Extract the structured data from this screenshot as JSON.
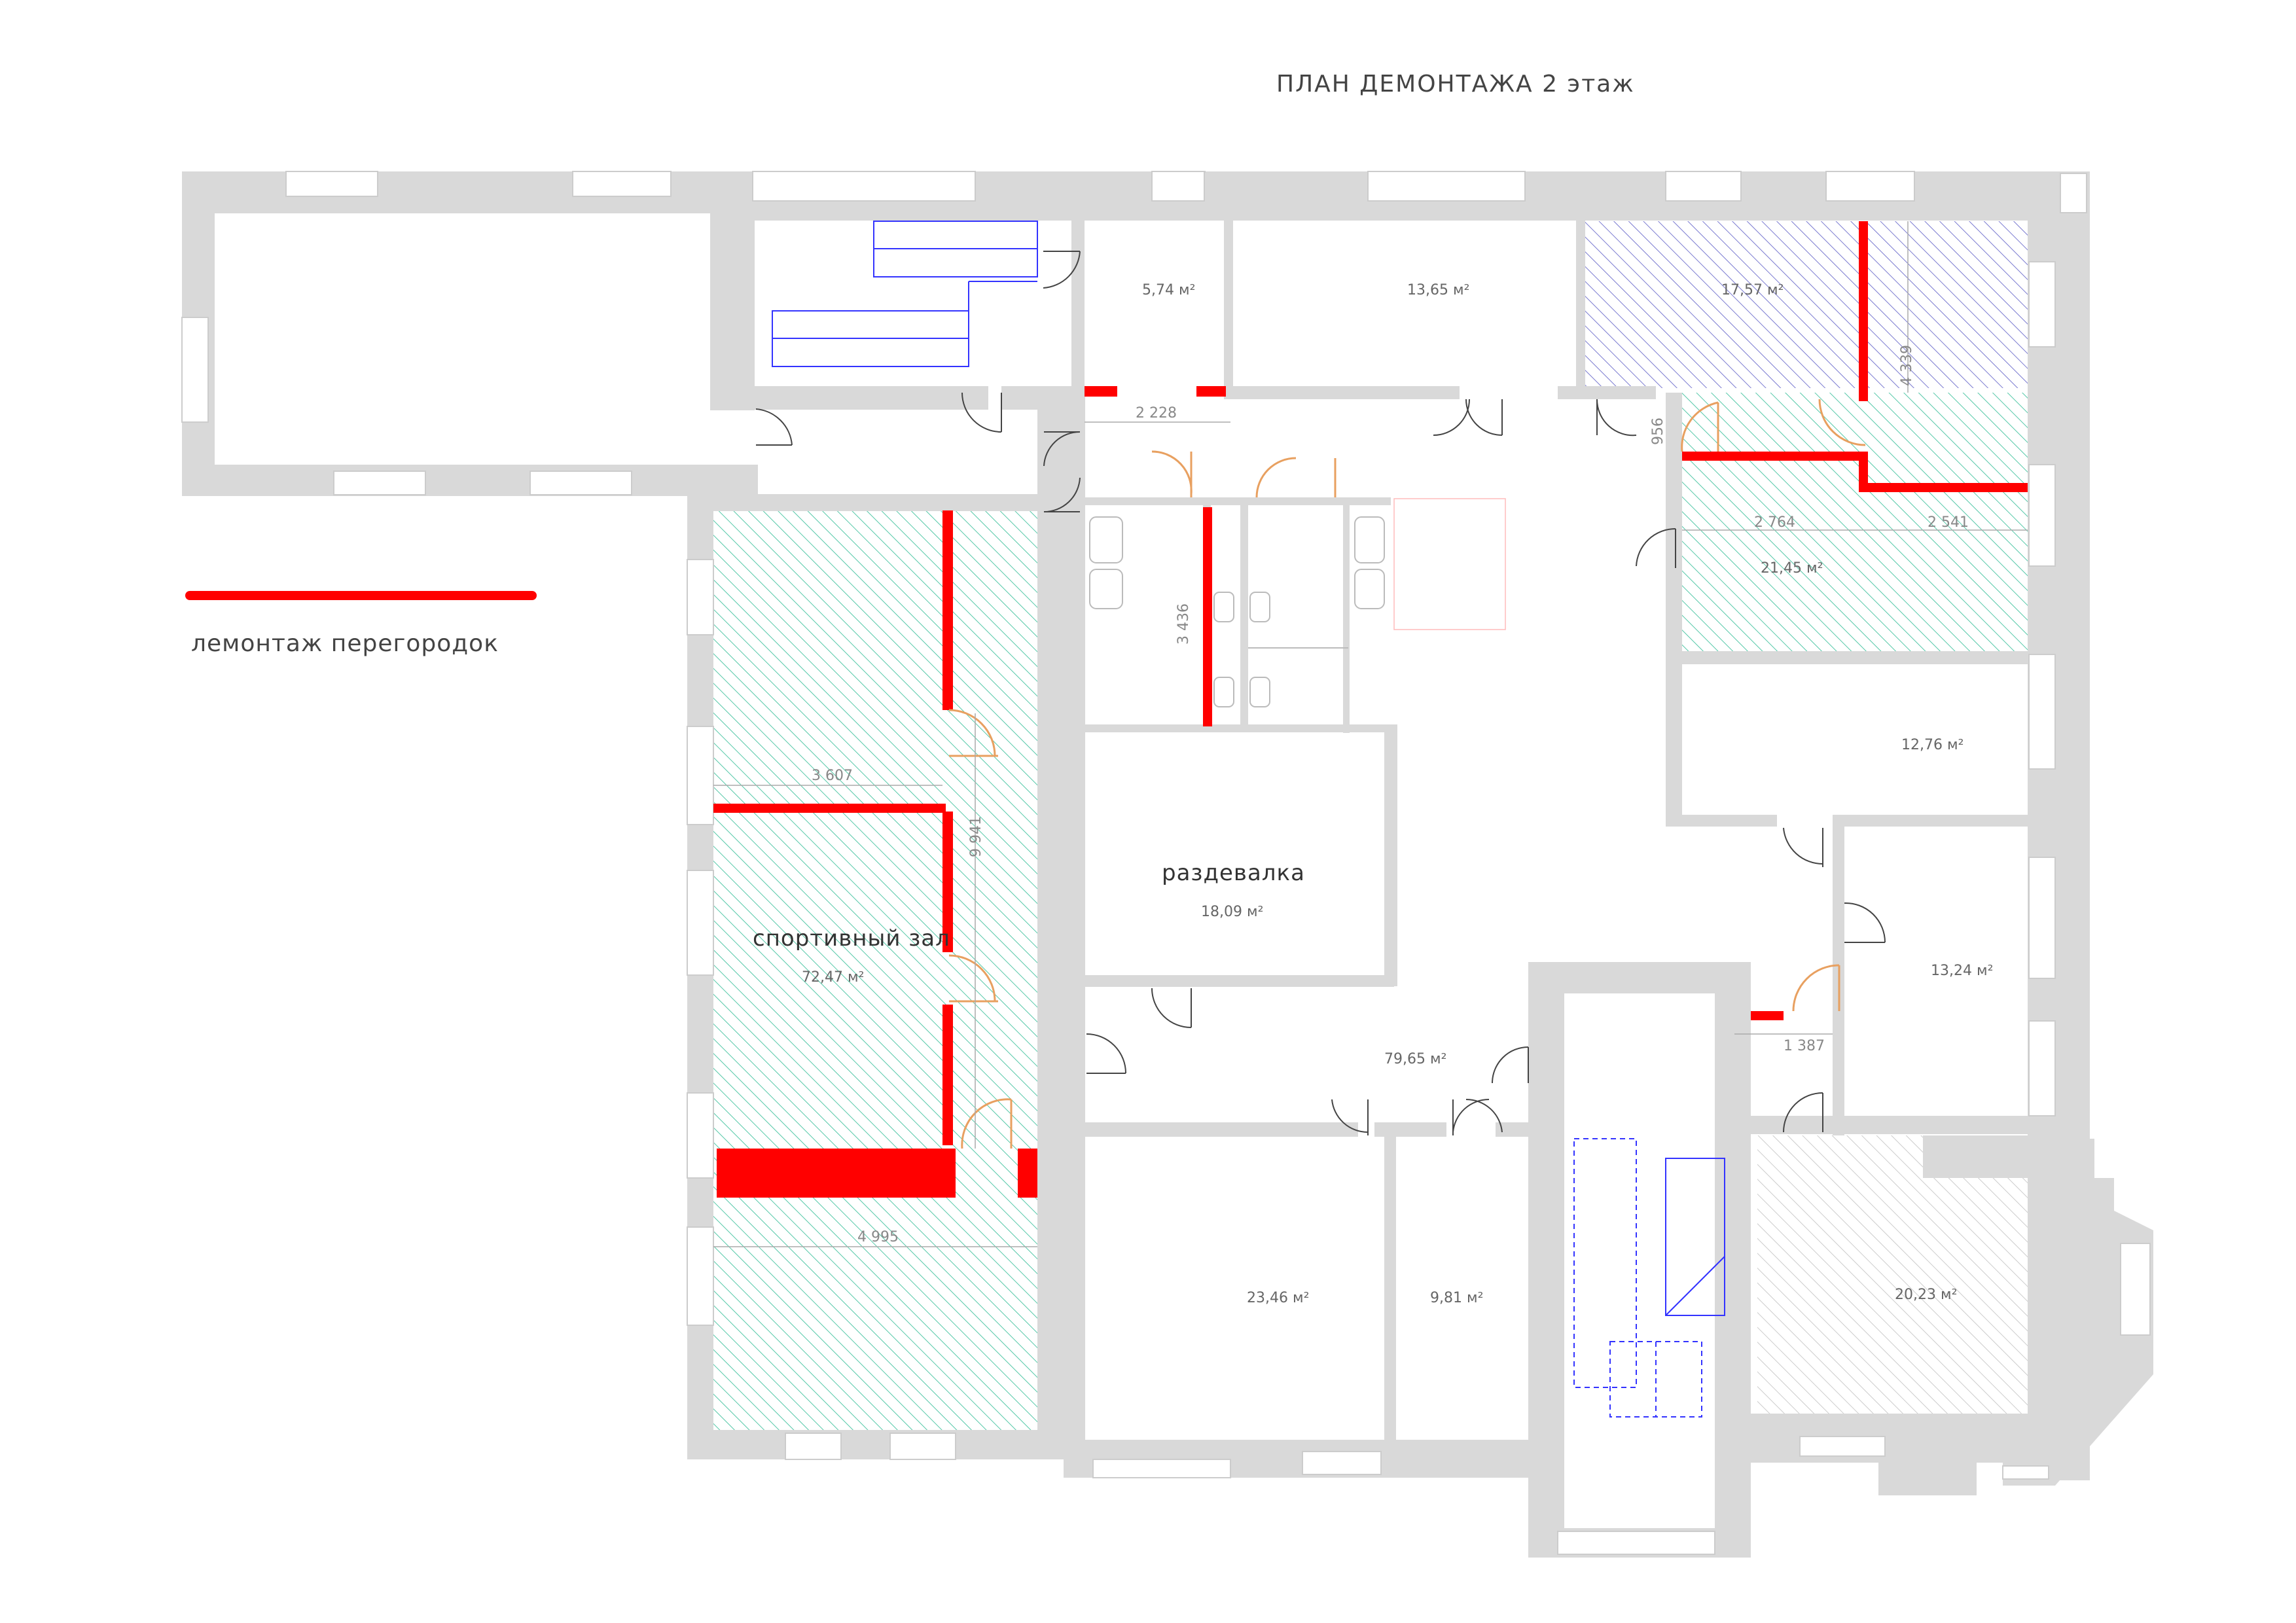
{
  "title": "ПЛАН ДЕМОНТАЖА 2 этаж",
  "legend": {
    "label": "лемонтаж перегородок",
    "color": "#ff0000"
  },
  "rooms": {
    "r574": "5,74 м²",
    "r1365": "13,65 м²",
    "r1757": "17,57 м²",
    "r2145": "21,45 м²",
    "r1276": "12,76 м²",
    "r1324": "13,24 м²",
    "r2023": "20,23 м²",
    "r2346": "23,46 м²",
    "r981": "9,81 м²",
    "r7965": "79,65 м²",
    "r1809": "18,09 м²",
    "r7247": "72,47 м²",
    "gym_name": "спортивный зал",
    "locker_name": "раздевалка"
  },
  "dimensions": {
    "d2228": "2 228",
    "d4339": "4 339",
    "d956": "956",
    "d2764": "2 764",
    "d2541": "2 541",
    "d3436": "3 436",
    "d3607": "3 607",
    "d9941": "9 941",
    "d4995": "4 995",
    "d1387": "1 387"
  },
  "colors": {
    "wall": "#d9d9d9",
    "demolition": "#ff0000",
    "hatch_green": "#55c8a8",
    "hatch_blue": "#7a7ad0",
    "hatch_grey": "#cccccc",
    "stairs": "#3333ff",
    "door_new": "#e8a060"
  }
}
